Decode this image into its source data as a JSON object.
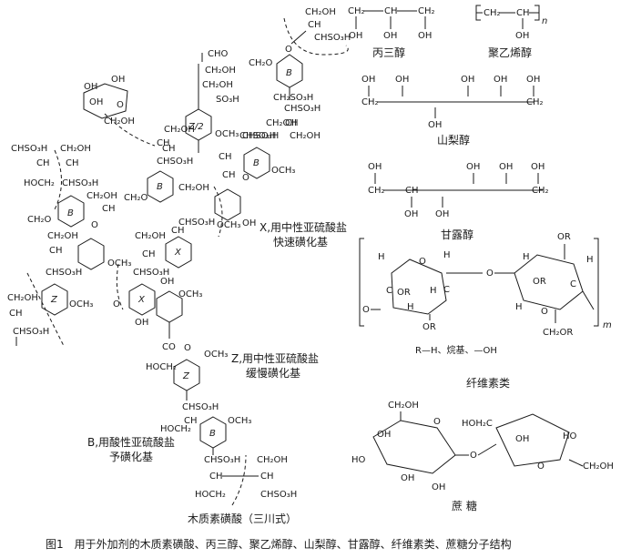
{
  "caption": "图1　用于外加剂的木质素磺酸、丙三醇、聚乙烯醇、山梨醇、甘露醇、纤维素类、蔗糖分子结构",
  "molecule_names": {
    "glycerol": "丙三醇",
    "pva": "聚乙烯醇",
    "sorbitol": "山梨醇",
    "mannitol": "甘露醇",
    "cellulose": "纤维素类",
    "sucrose": "蔗 糖",
    "lignosulfonate": "木质素磺酸（三川式）"
  },
  "annotations": {
    "x_line1": "X,用中性亚硫酸盐",
    "x_line2": "快速磺化基",
    "z_line1": "Z,用中性亚硫酸盐",
    "z_line2": "缓慢磺化基",
    "b_line1": "B,用酸性亚硫酸盐",
    "b_line2": "予磺化基"
  },
  "cellulose_r_note": "R—H、烷基、—OH",
  "cellulose_subscript": "m",
  "pva_subscript": "n",
  "groups": {
    "oh": "OH",
    "ch2oh": "CH₂OH",
    "ch2": "CH₂",
    "ch": "CH",
    "so3h": "SO₃H",
    "chso3h": "CHSO₃H",
    "ch2so3h": "CH₂SO₃H",
    "och3": "OCH₃",
    "ch2o": "CH₂O",
    "cho": "CHO",
    "co": "CO",
    "hoch2": "HOCH₂",
    "hoh2c": "HOH₂C",
    "or": "OR",
    "ch2or": "CH₂OR",
    "h": "H",
    "c": "C",
    "o": "O",
    "ho": "HO",
    "hoch": "HOCH"
  },
  "ring_letters": {
    "b": "B",
    "x": "X",
    "z": "Z",
    "zz": "Z/2"
  }
}
